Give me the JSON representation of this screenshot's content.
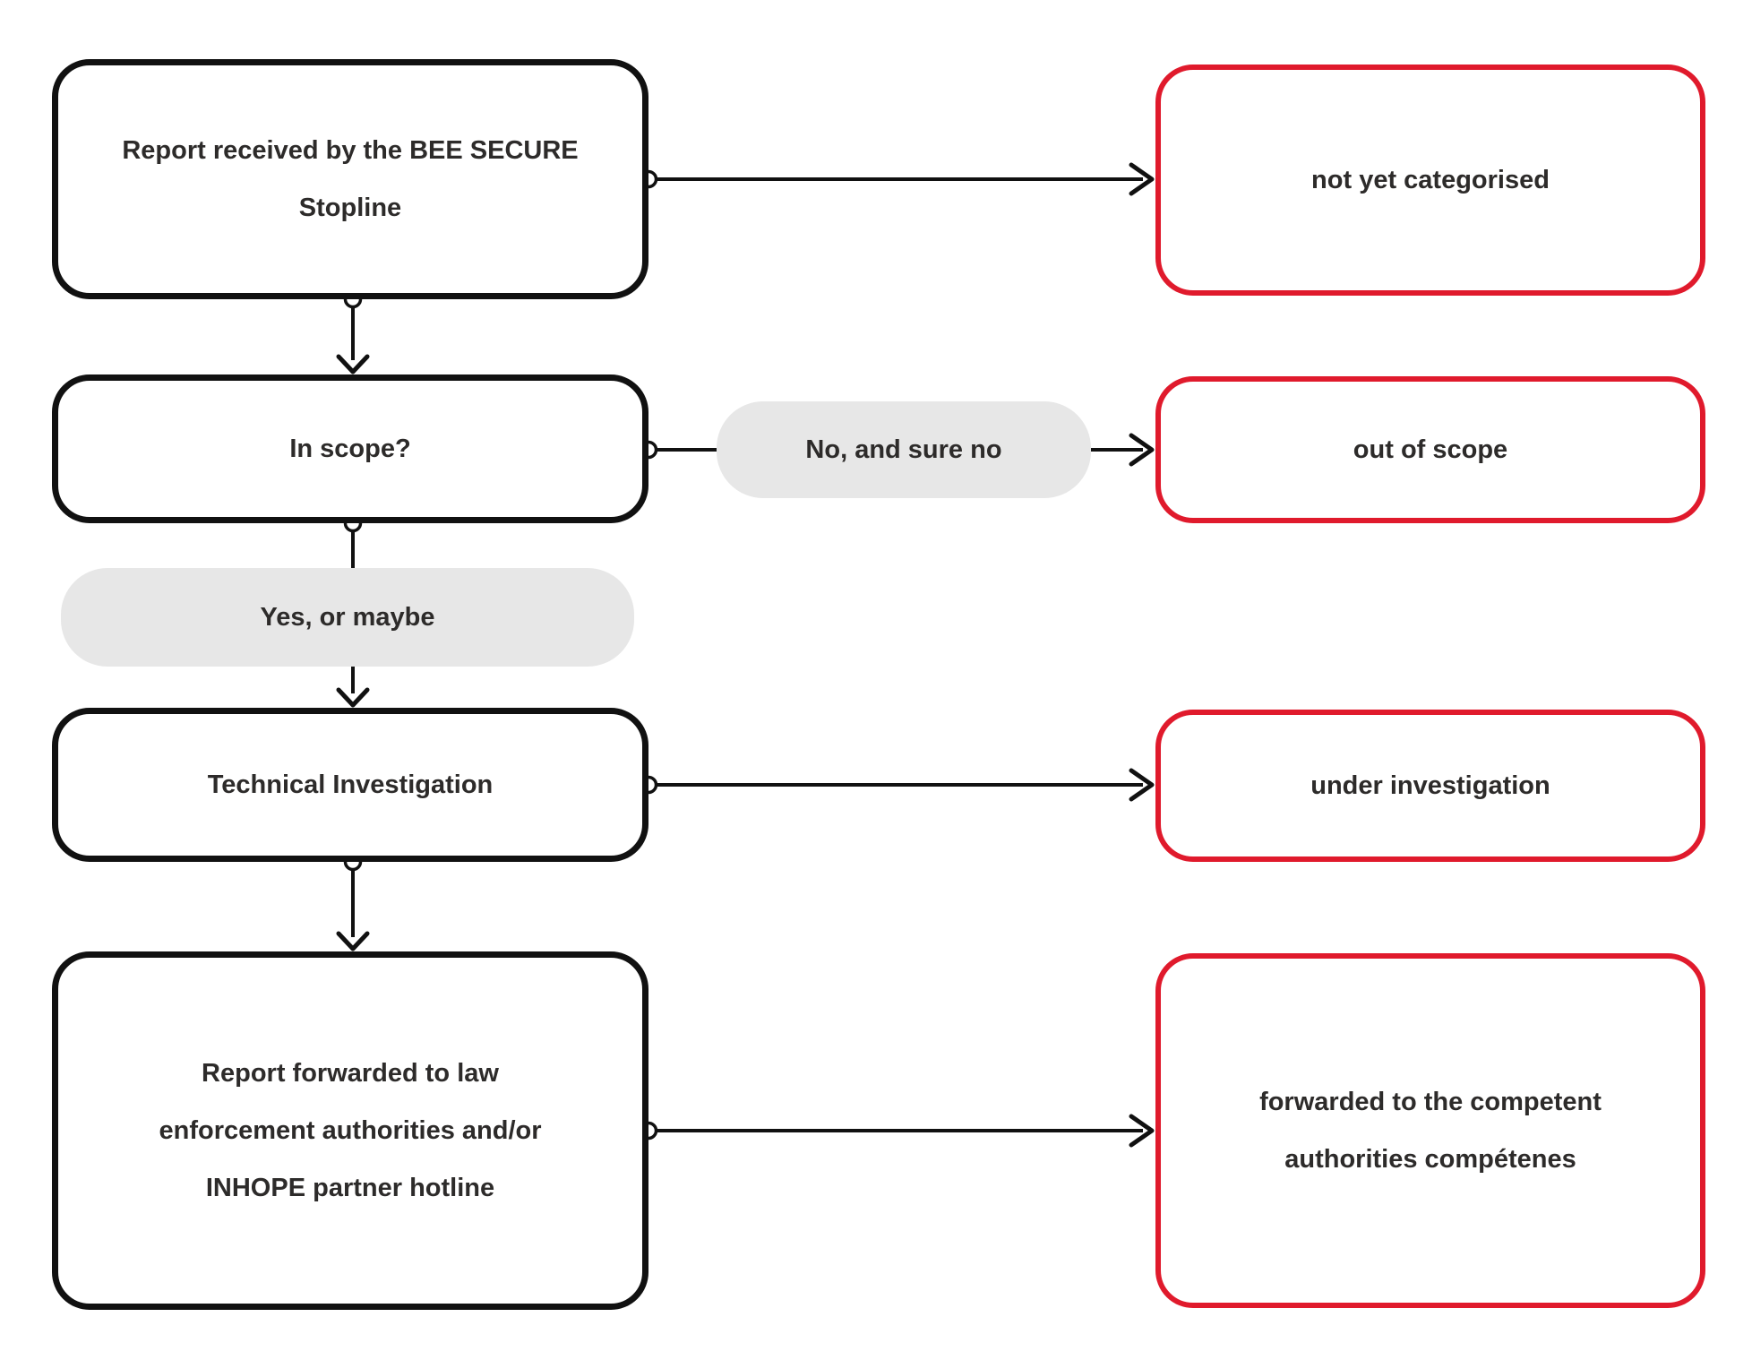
{
  "flowchart": {
    "process_nodes": [
      {
        "label": "Report received by the BEE SECURE Stopline"
      },
      {
        "label": "In scope?"
      },
      {
        "label": "Technical Investigation"
      },
      {
        "label": "Report forwarded to law enforcement authorities and/or INHOPE partner hotline"
      }
    ],
    "status_nodes": [
      {
        "label": "not yet categorised"
      },
      {
        "label": "out of scope"
      },
      {
        "label": "under investigation"
      },
      {
        "label": "forwarded to the competent authorities compétenes"
      }
    ],
    "edge_labels": [
      {
        "label": "No, and sure no"
      },
      {
        "label": "Yes, or maybe"
      }
    ],
    "colors": {
      "process_border": "#111111",
      "status_border": "#e01a2c",
      "edge_label_background": "#e7e7e7",
      "text": "#2d2b2a",
      "connector": "#111111",
      "background": "#ffffff"
    }
  }
}
